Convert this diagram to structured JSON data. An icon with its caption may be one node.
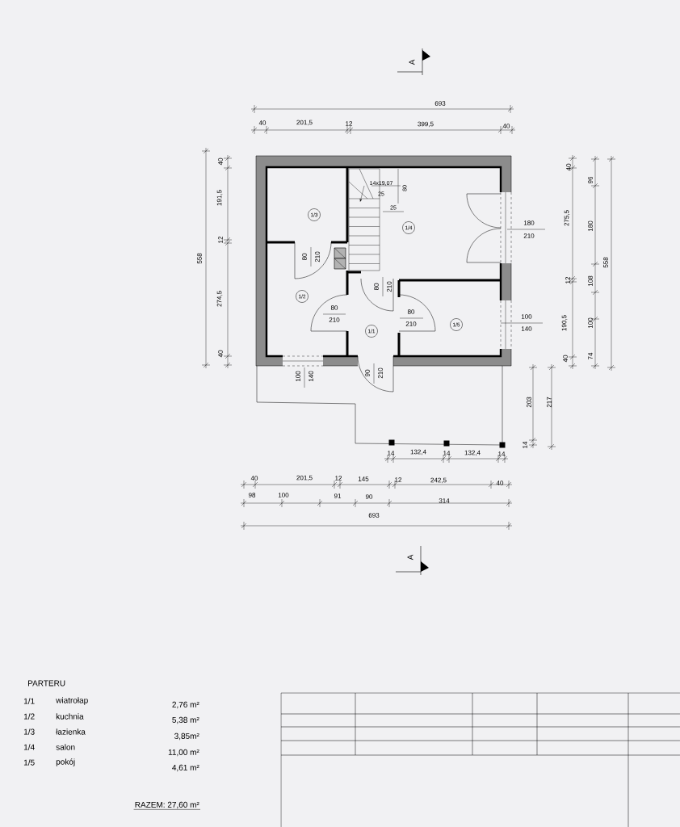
{
  "diagram": {
    "nodes": [
      {
        "text": [
          "1/3"
        ]
      },
      {
        "text": [
          "1/4"
        ]
      },
      {
        "text": [
          "1/2"
        ]
      },
      {
        "text": [
          "1/1"
        ]
      },
      {
        "text": [
          "1/5"
        ]
      }
    ],
    "labels": [
      "693",
      "40",
      "201,5",
      "12",
      "399,5",
      "40",
      "558",
      "40",
      "191,5",
      "12",
      "274,5",
      "40",
      "14x19,07",
      "25",
      "80",
      "25",
      "180",
      "210",
      "80",
      "210",
      "80",
      "210",
      "80",
      "210",
      "80",
      "210",
      "100",
      "140",
      "100",
      "140",
      "90",
      "210",
      "40",
      "275,5",
      "12",
      "190,5",
      "40",
      "96",
      "180",
      "108",
      "100",
      "74",
      "558",
      "203",
      "217",
      "14",
      "14",
      "132,4",
      "14",
      "132,4",
      "14",
      "40",
      "201,5",
      "12",
      "145",
      "12",
      "242,5",
      "40",
      "98",
      "100",
      "91",
      "90",
      "314",
      "693",
      "A",
      "A",
      "PARTERU",
      "1/1",
      "wiatrołap",
      "2,76 m²",
      "1/2",
      "kuchnia",
      "5,38 m²",
      "1/3",
      "łazienka",
      "3,85m²",
      "1/4",
      "salon",
      "11,00 m²",
      "1/5",
      "pokój",
      "4,61 m²",
      "RAZEM: 27,60 m²"
    ]
  }
}
